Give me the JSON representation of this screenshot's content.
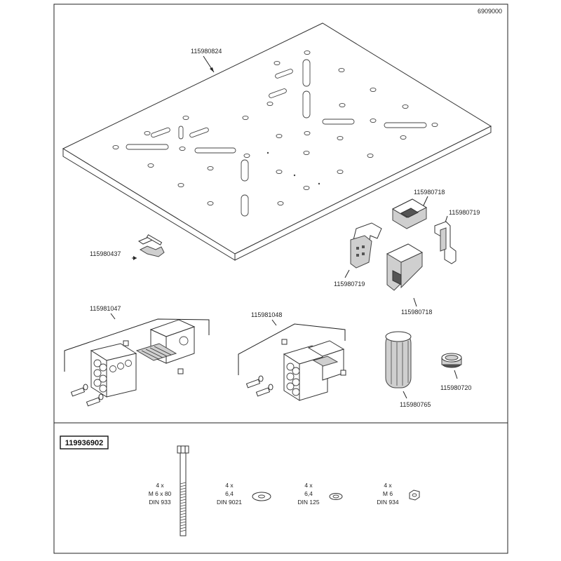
{
  "doc_number": "6909000",
  "part_labels": {
    "plate": "115980824",
    "clip": "115980437",
    "bracket_top": "115980718",
    "bracket_right": "115980719",
    "bracket_left": "115980719",
    "bracket_bottom": "115980718",
    "clamp_a": "115981047",
    "clamp_b": "115981048",
    "roller": "115980765",
    "cap": "115980720"
  },
  "kit": {
    "number": "119936902",
    "items": [
      {
        "qty": "4 x",
        "size": "M 6 x 80",
        "std": "DIN 933"
      },
      {
        "qty": "4 x",
        "size": "6,4",
        "std": "DIN 9021"
      },
      {
        "qty": "4 x",
        "size": "6,4",
        "std": "DIN 125"
      },
      {
        "qty": "4 x",
        "size": "M 6",
        "std": "DIN 934"
      }
    ]
  },
  "colors": {
    "line": "#222222",
    "part_fill": "#ffffff",
    "shade": "#cfcfcf"
  },
  "icons": [
    "hex-bolt-icon",
    "large-washer-icon",
    "washer-icon",
    "hex-nut-icon"
  ]
}
